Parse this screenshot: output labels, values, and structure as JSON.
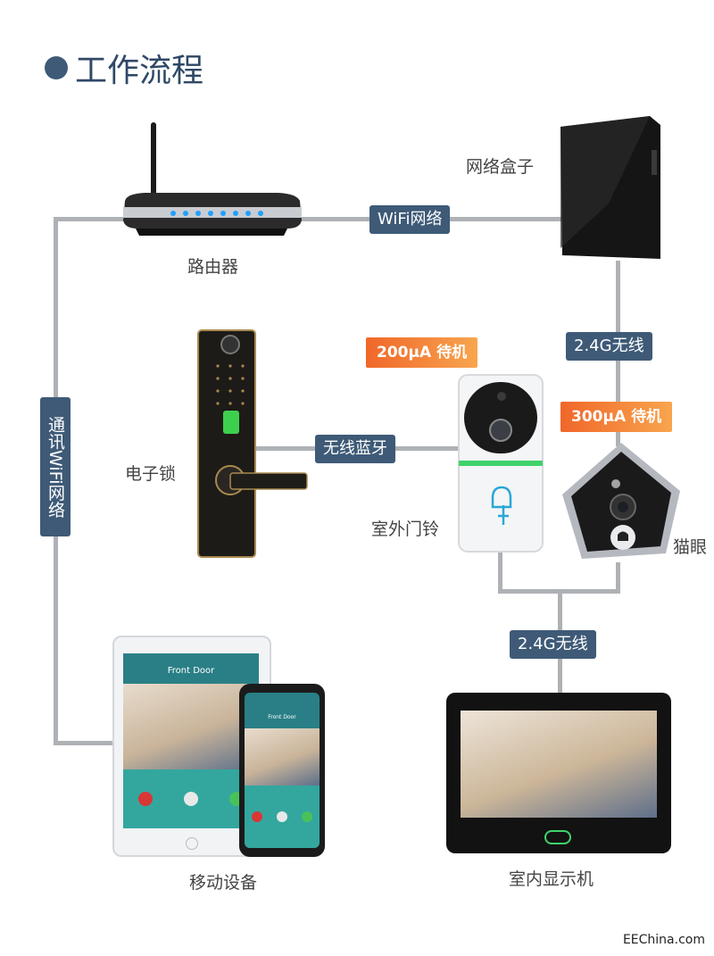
{
  "title": "工作流程",
  "devices": {
    "router": "路由器",
    "network_box": "网络盒子",
    "electronic_lock": "电子锁",
    "outdoor_doorbell": "室外门铃",
    "peephole": "猫眼",
    "mobile_device": "移动设备",
    "indoor_monitor": "室内显示机"
  },
  "connections": {
    "wifi_network": "WiFi网络",
    "wireless_24g_top": "2.4G无线",
    "wireless_bluetooth": "无线蓝牙",
    "wireless_24g_bottom": "2.4G无线",
    "vertical_wifi": "通讯WiFi网络"
  },
  "standby": {
    "doorbell": "200μA 待机",
    "peephole": "300μA 待机"
  },
  "screens": {
    "tablet_header": "Front Door",
    "phone_header": "Front Door"
  },
  "watermark": "EEChina.com"
}
